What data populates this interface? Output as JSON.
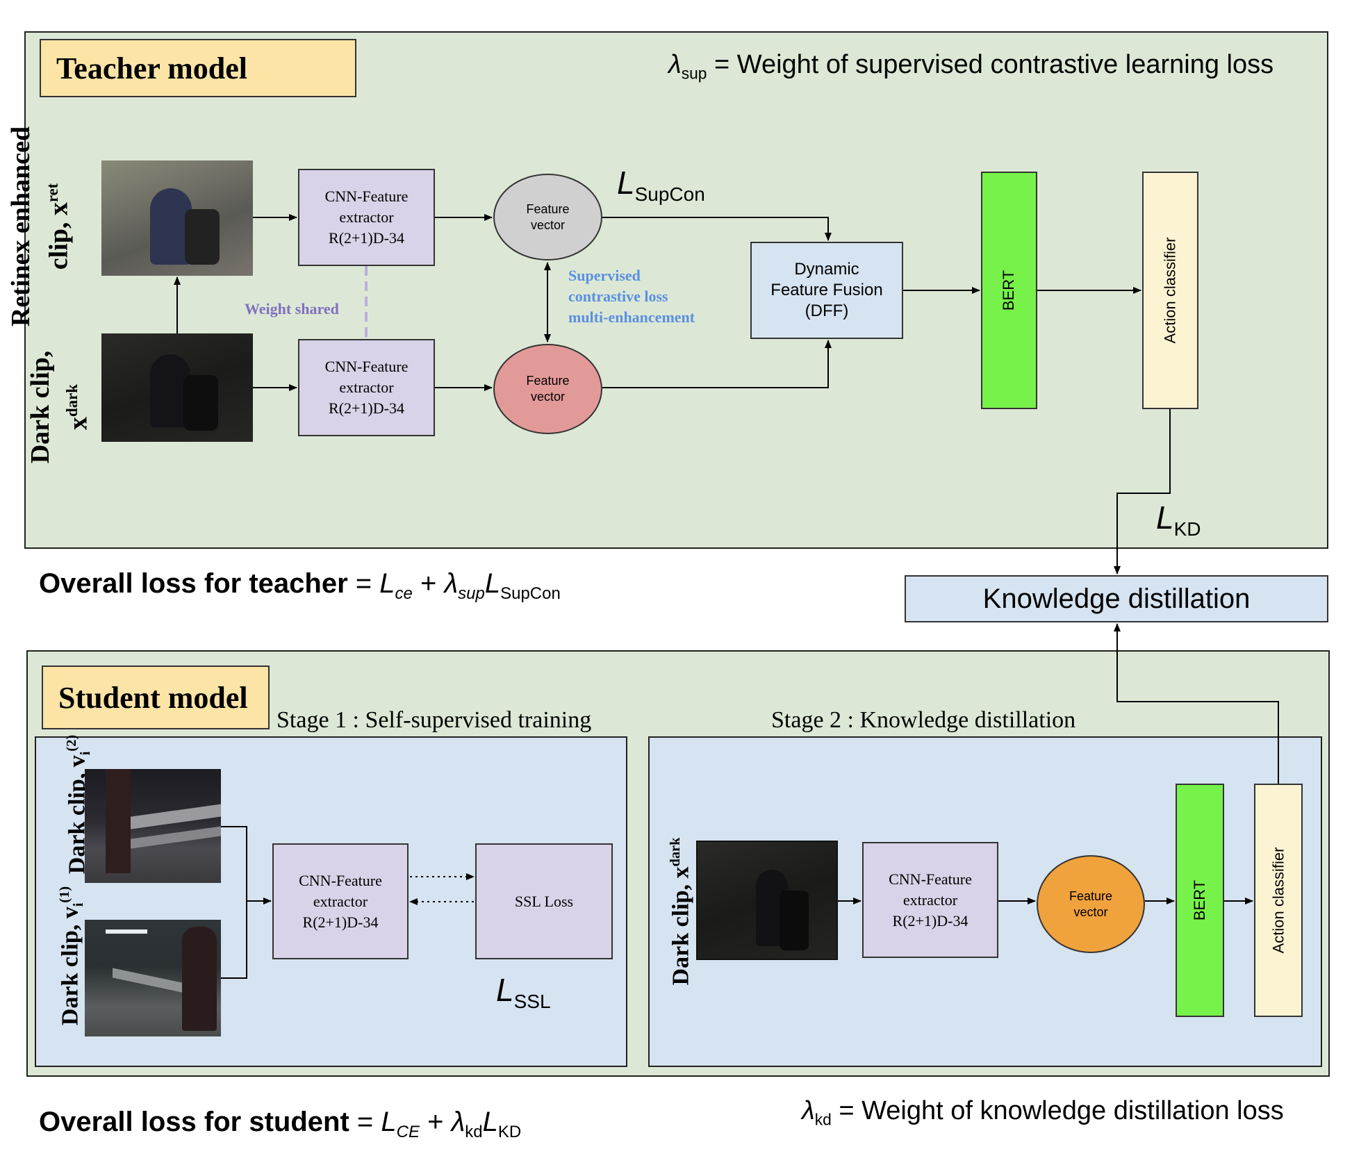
{
  "teacher": {
    "tag": "Teacher model",
    "lambda_sup_note": {
      "symbol": "λ",
      "sub": "sup",
      "text": " = Weight of supervised contrastive learning loss"
    },
    "retinex_label": {
      "line1": "Retinex enhanced",
      "line2": "clip, x",
      "sup": "ret"
    },
    "dark_label": {
      "line1": "Dark clip,",
      "line2": "x",
      "sup": "dark"
    },
    "cnn_top": [
      "CNN-Feature",
      "extractor",
      "R(2+1)D-34"
    ],
    "cnn_bottom": [
      "CNN-Feature",
      "extractor",
      "R(2+1)D-34"
    ],
    "feature_top": [
      "Feature",
      "vector"
    ],
    "feature_bottom": [
      "Feature",
      "vector"
    ],
    "weight_shared": "Weight shared",
    "supcon_note": [
      "Supervised",
      "contrastive loss",
      "multi-enhancement"
    ],
    "l_supcon": {
      "L": "L",
      "sub": "SupCon"
    },
    "dff": [
      "Dynamic",
      "Feature Fusion",
      "(DFF)"
    ],
    "bert": "BERT",
    "classifier": "Action classifier",
    "l_kd": {
      "L": "L",
      "sub": "KD"
    }
  },
  "teacher_loss": {
    "label": "Overall loss for teacher",
    "eq": " = ",
    "Lce": "L",
    "Lce_sub": "ce",
    "plus": " + ",
    "lam": "λ",
    "lam_sub": "sup",
    "L2": "L",
    "L2_sub": "SupCon"
  },
  "kd_box": "Knowledge distillation",
  "student": {
    "tag": "Student model",
    "stage1_title": "Stage 1 : Self-supervised training",
    "stage2_title": "Stage 2 : Knowledge distillation",
    "clip_v1": {
      "text": "Dark clip, v",
      "sub": "i",
      "sup": "(1)"
    },
    "clip_v2": {
      "text": "Dark clip, v",
      "sub": "i",
      "sup": "(2)"
    },
    "cnn_s1": [
      "CNN-Feature",
      "extractor",
      "R(2+1)D-34"
    ],
    "ssl_loss": "SSL Loss",
    "l_ssl": {
      "L": "L",
      "sub": "SSL"
    },
    "dark_clip_s2": {
      "text": "Dark clip, x",
      "sup": "dark"
    },
    "cnn_s2": [
      "CNN-Feature",
      "extractor",
      "R(2+1)D-34"
    ],
    "feature_s2": [
      "Feature",
      "vector"
    ],
    "bert": "BERT",
    "classifier": "Action classifier"
  },
  "student_loss": {
    "label": "Overall loss for student",
    "eq": " = ",
    "Lce": "L",
    "Lce_sub": "CE",
    "plus": " + ",
    "lam": "λ",
    "lam_sub": "kd",
    "L2": "L",
    "L2_sub": "KD"
  },
  "lambda_kd_note": {
    "symbol": "λ",
    "sub": "kd",
    "text": " = Weight of knowledge distillation loss"
  },
  "colors": {
    "teacher_bg": "#dce8d5",
    "stage_bg": "#d6e3f0",
    "tag_bg": "#fbe4a6",
    "cnn": "#d8d3e8",
    "bert": "#77f24a",
    "classifier": "#fcf3d2",
    "feature_gray": "#d0d0d0",
    "feature_pink": "#e29a98",
    "feature_orange": "#f0a23c",
    "supcon_note": "#5b8fe0",
    "weight_shared": "#8070c0"
  }
}
